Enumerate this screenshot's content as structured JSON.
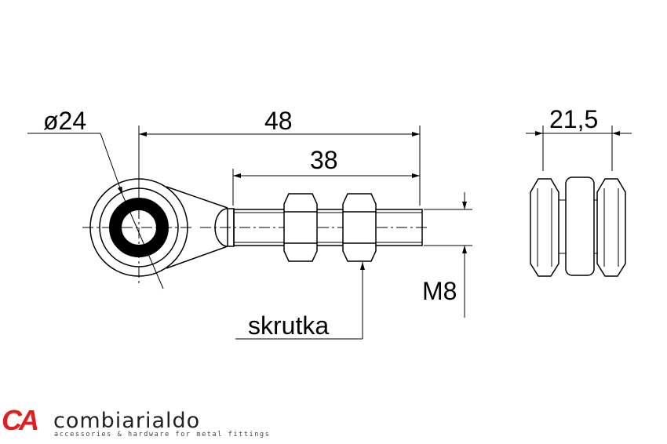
{
  "dimensions": {
    "diameter": "ø24",
    "length_total": "48",
    "length_thread": "38",
    "thread": "M8",
    "width": "21,5"
  },
  "labels": {
    "screw": "skrutka"
  },
  "logo": {
    "mark": "CA",
    "name": "combiarialdo",
    "tagline": "accessories & hardware for metal fittings"
  },
  "colors": {
    "line": "#000000",
    "brand": "#e02020"
  }
}
